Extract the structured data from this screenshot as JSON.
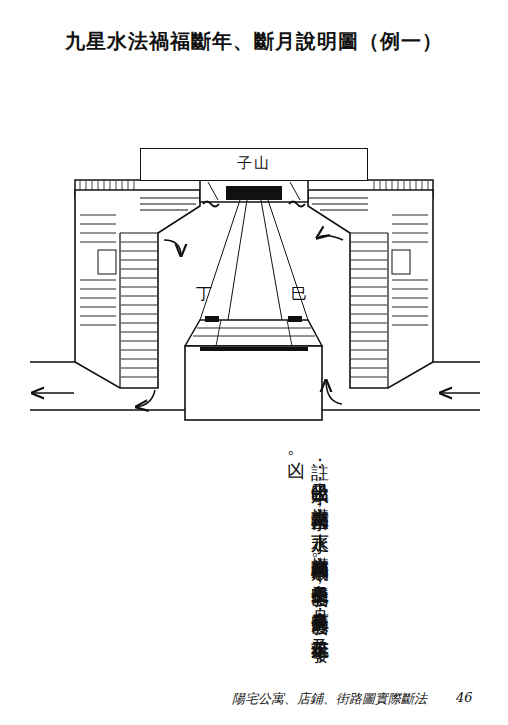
{
  "diagram": {
    "title": "九星水法禍福斷年、斷月說明圖（例一）",
    "nodes": [
      {
        "text": [
          "子山"
        ]
      }
    ],
    "labels": [
      "丁",
      "巳",
      "註：坐子山收巳水，交媾為左輔吉水，水走丁水，交媾為左輔凶水破局。主申子辰年發凶，月應在申子辰月發凶，及流年天干丁年發凶。",
      "陽宅公寓、店鋪、街路圖實際斷法",
      "46"
    ]
  }
}
